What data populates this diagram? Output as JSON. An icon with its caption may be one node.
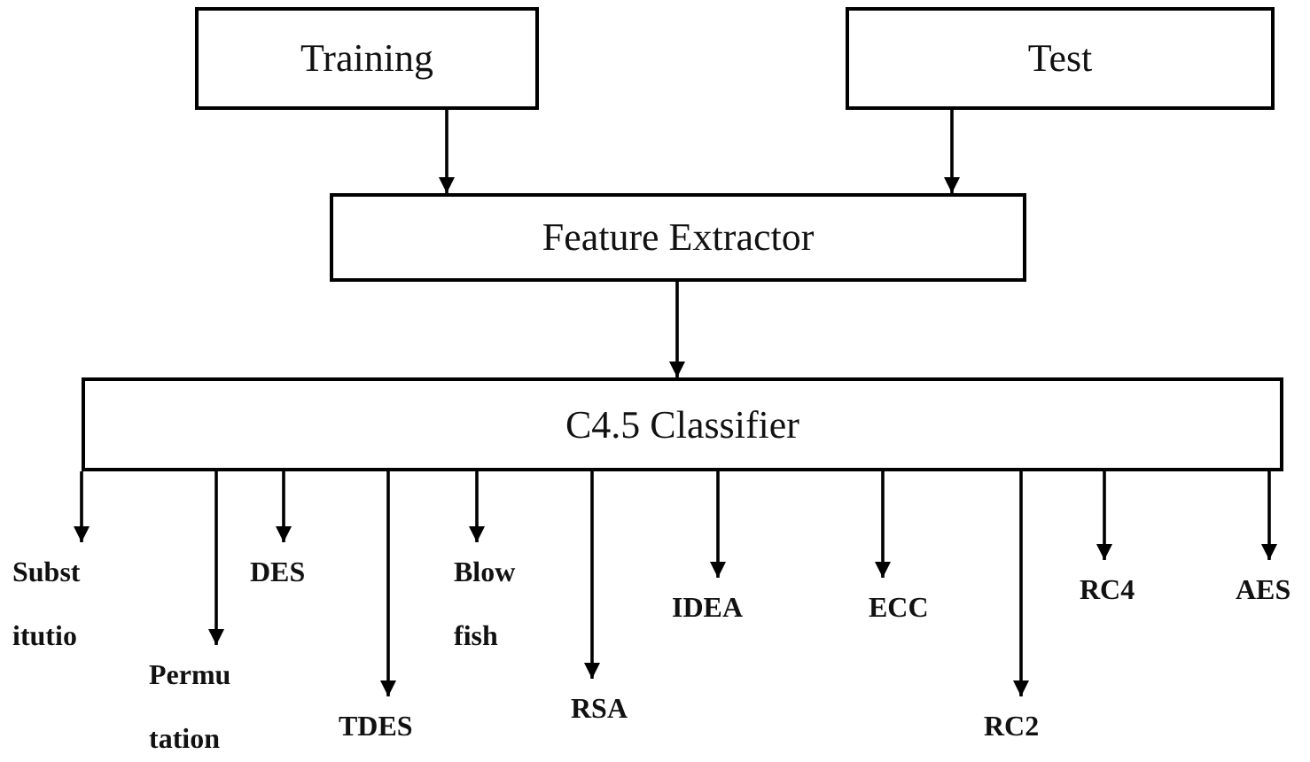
{
  "diagram": {
    "nodes": [
      {
        "text": [
          "Training"
        ]
      },
      {
        "text": [
          "Test"
        ]
      },
      {
        "text": [
          "Feature Extractor"
        ]
      },
      {
        "text": [
          "C4.5 Classifier"
        ]
      },
      {
        "text": [
          "Subst itutio"
        ]
      },
      {
        "text": [
          "Permu tation"
        ]
      },
      {
        "text": [
          "DES"
        ]
      },
      {
        "text": [
          "TDES"
        ]
      },
      {
        "text": [
          "Blow fish"
        ]
      },
      {
        "text": [
          "RSA"
        ]
      },
      {
        "text": [
          "IDEA"
        ]
      },
      {
        "text": [
          "ECC"
        ]
      },
      {
        "text": [
          "RC2"
        ]
      },
      {
        "text": [
          "RC4"
        ]
      },
      {
        "text": [
          "AES"
        ]
      }
    ],
    "edges": [
      {
        "from": 0,
        "to": 2,
        "arrow": "to"
      },
      {
        "from": 1,
        "to": 2,
        "arrow": "to"
      },
      {
        "from": 2,
        "to": 3,
        "arrow": "to"
      },
      {
        "from": 3,
        "to": 4,
        "arrow": "to"
      },
      {
        "from": 3,
        "to": 5,
        "arrow": "to"
      },
      {
        "from": 3,
        "to": 6,
        "arrow": "to"
      },
      {
        "from": 3,
        "to": 7,
        "arrow": "to"
      },
      {
        "from": 3,
        "to": 8,
        "arrow": "to"
      },
      {
        "from": 3,
        "to": 9,
        "arrow": "to"
      },
      {
        "from": 3,
        "to": 10,
        "arrow": "to"
      },
      {
        "from": 3,
        "to": 11,
        "arrow": "to"
      },
      {
        "from": 3,
        "to": 12,
        "arrow": "to"
      },
      {
        "from": 3,
        "to": 13,
        "arrow": "to"
      },
      {
        "from": 3,
        "to": 14,
        "arrow": "to"
      }
    ]
  }
}
